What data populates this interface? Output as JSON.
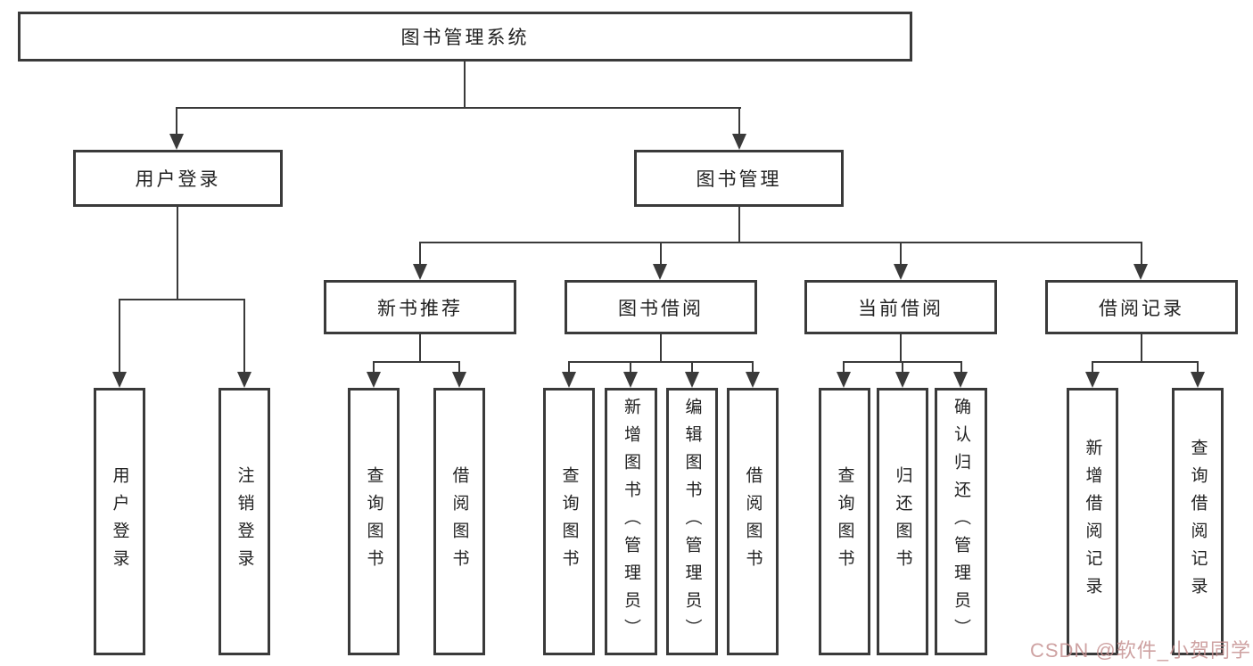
{
  "diagram_title": "图书管理系统",
  "colors": {
    "background": "#ffffff",
    "box_border": "#3a3a3a",
    "connector_line": "#3a3a3a",
    "text": "#222222",
    "watermark": "#c69292"
  },
  "watermark": {
    "text": "CSDN @软件_小贺同学"
  },
  "tree": {
    "label": "图书管理系统",
    "children": [
      {
        "label": "用户登录",
        "children": [
          {
            "label": "用户登录"
          },
          {
            "label": "注销登录"
          }
        ]
      },
      {
        "label": "图书管理",
        "children": [
          {
            "label": "新书推荐",
            "children": [
              {
                "label": "查询图书"
              },
              {
                "label": "借阅图书"
              }
            ]
          },
          {
            "label": "图书借阅",
            "children": [
              {
                "label": "查询图书"
              },
              {
                "label": "新增图书（管理员）"
              },
              {
                "label": "编辑图书（管理员）"
              },
              {
                "label": "借阅图书"
              }
            ]
          },
          {
            "label": "当前借阅",
            "children": [
              {
                "label": "查询图书"
              },
              {
                "label": "归还图书"
              },
              {
                "label": "确认归还（管理员）"
              }
            ]
          },
          {
            "label": "借阅记录",
            "children": [
              {
                "label": "新增借阅记录"
              },
              {
                "label": "查询借阅记录"
              }
            ]
          }
        ]
      }
    ]
  }
}
